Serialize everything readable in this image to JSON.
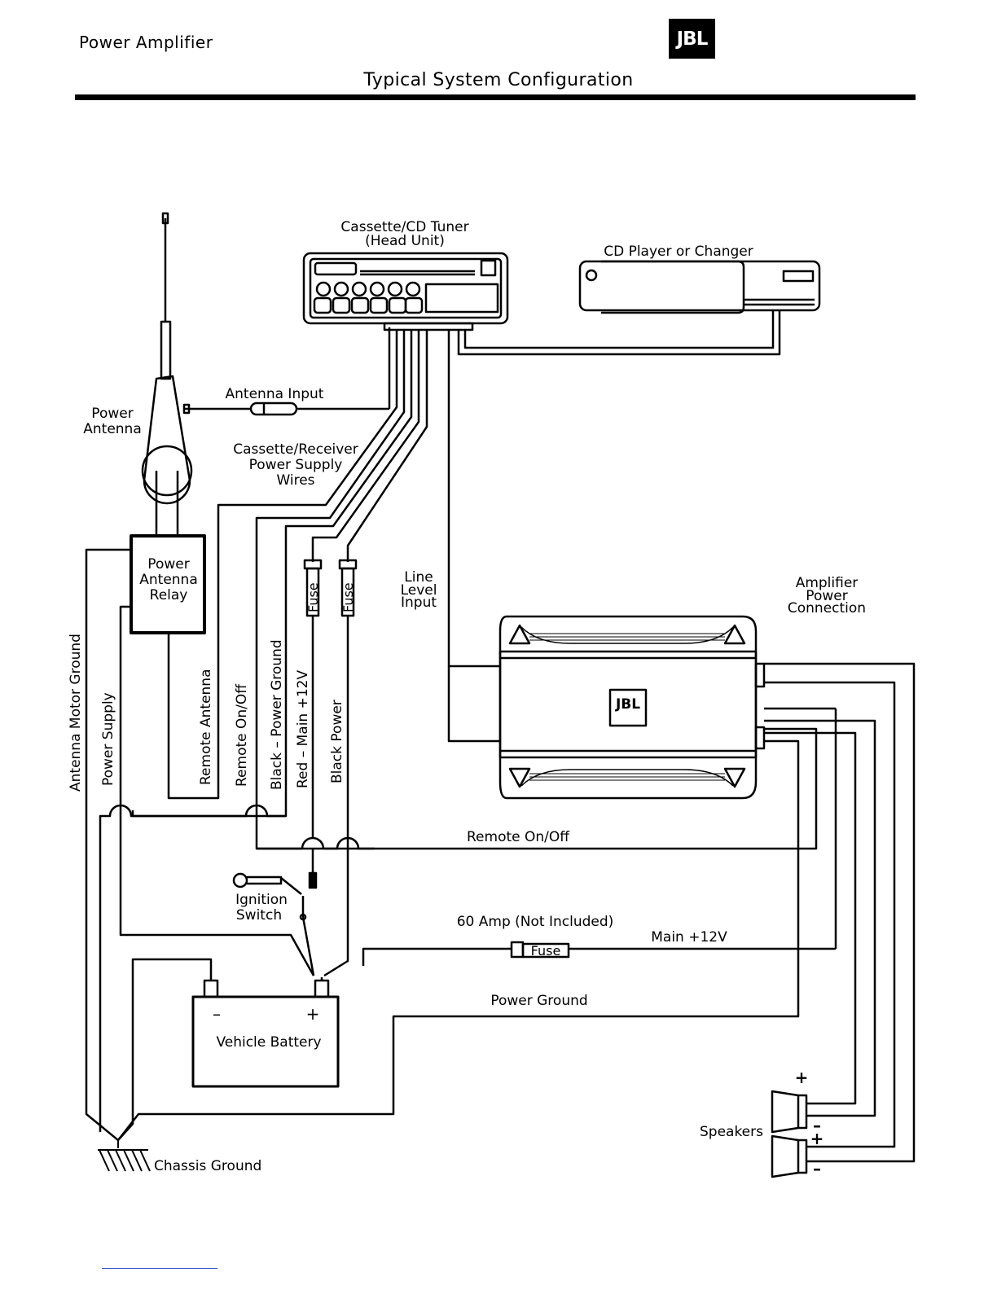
{
  "header": {
    "left_text": "Power  Amplifier",
    "logo_text": "JBL",
    "title": "Typical System Configuration"
  },
  "labels": {
    "head_unit": [
      "Cassette/CD Tuner",
      "(Head Unit)"
    ],
    "cd_player": "CD Player or Changer",
    "antenna_input": "Antenna Input",
    "power_antenna": [
      "Power",
      "Antenna"
    ],
    "receiver_power": [
      "Cassette/Receiver",
      "Power Supply",
      "Wires"
    ],
    "relay": [
      "Power",
      "Antenna",
      "Relay"
    ],
    "fuse": "Fuse",
    "line_level": [
      "Line",
      "Level",
      "Input"
    ],
    "amp_power": [
      "Amplifier",
      "Power",
      "Connection"
    ],
    "antenna_motor_ground": "Antenna Motor Ground",
    "power_supply": "Power Supply",
    "remote_antenna": "Remote Antenna",
    "remote_on_off_vertical": "Remote On/Off",
    "black_power_ground": "Black – Power Ground",
    "red_main": "Red – Main +12V",
    "black_power": "Black Power",
    "remote_on_off": "Remote On/Off",
    "ignition": [
      "Ignition",
      "Switch"
    ],
    "sixty_amp": "60 Amp (Not Included)",
    "main_12v": "Main +12V",
    "power_ground": "Power Ground",
    "battery": "Vehicle Battery",
    "battery_minus": "–",
    "battery_plus": "+",
    "speakers": "Speakers",
    "chassis_ground": "Chassis Ground",
    "plus": "+",
    "minus": "–"
  },
  "colors": {
    "line": "#000000",
    "background": "#ffffff",
    "footer_link": "#3355cc"
  }
}
